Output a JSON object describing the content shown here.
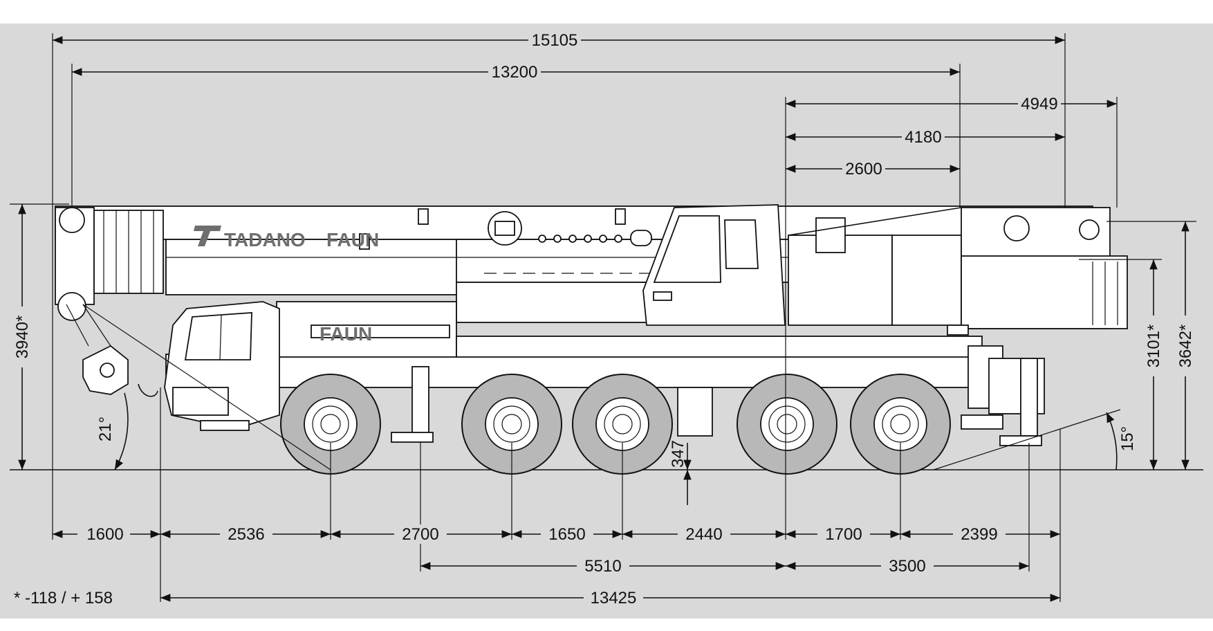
{
  "brand": {
    "name_left": "TADANO",
    "name_right": "FAUN",
    "cab_badge": "FAUN"
  },
  "dimensions": {
    "overall_length": "15105",
    "boom_length": "13200",
    "rear_overhang_4949": "4949",
    "rear_4180": "4180",
    "rear_2600": "2600",
    "height_total": "3940*",
    "height_3642": "3642*",
    "height_3101": "3101*",
    "ground_clearance": "347",
    "angle_front": "21°",
    "angle_rear": "15°",
    "bottom_row": [
      "1600",
      "2536",
      "2700",
      "1650",
      "2440",
      "1700",
      "2399"
    ],
    "outrigger_front": "5510",
    "outrigger_rear": "3500",
    "chassis_length": "13425"
  },
  "footnote": "* -118 / + 158",
  "colors": {
    "background": "#d9d9d9",
    "line": "#111111",
    "tire": "#b8b8b8",
    "brand": "#6e6e6e"
  }
}
